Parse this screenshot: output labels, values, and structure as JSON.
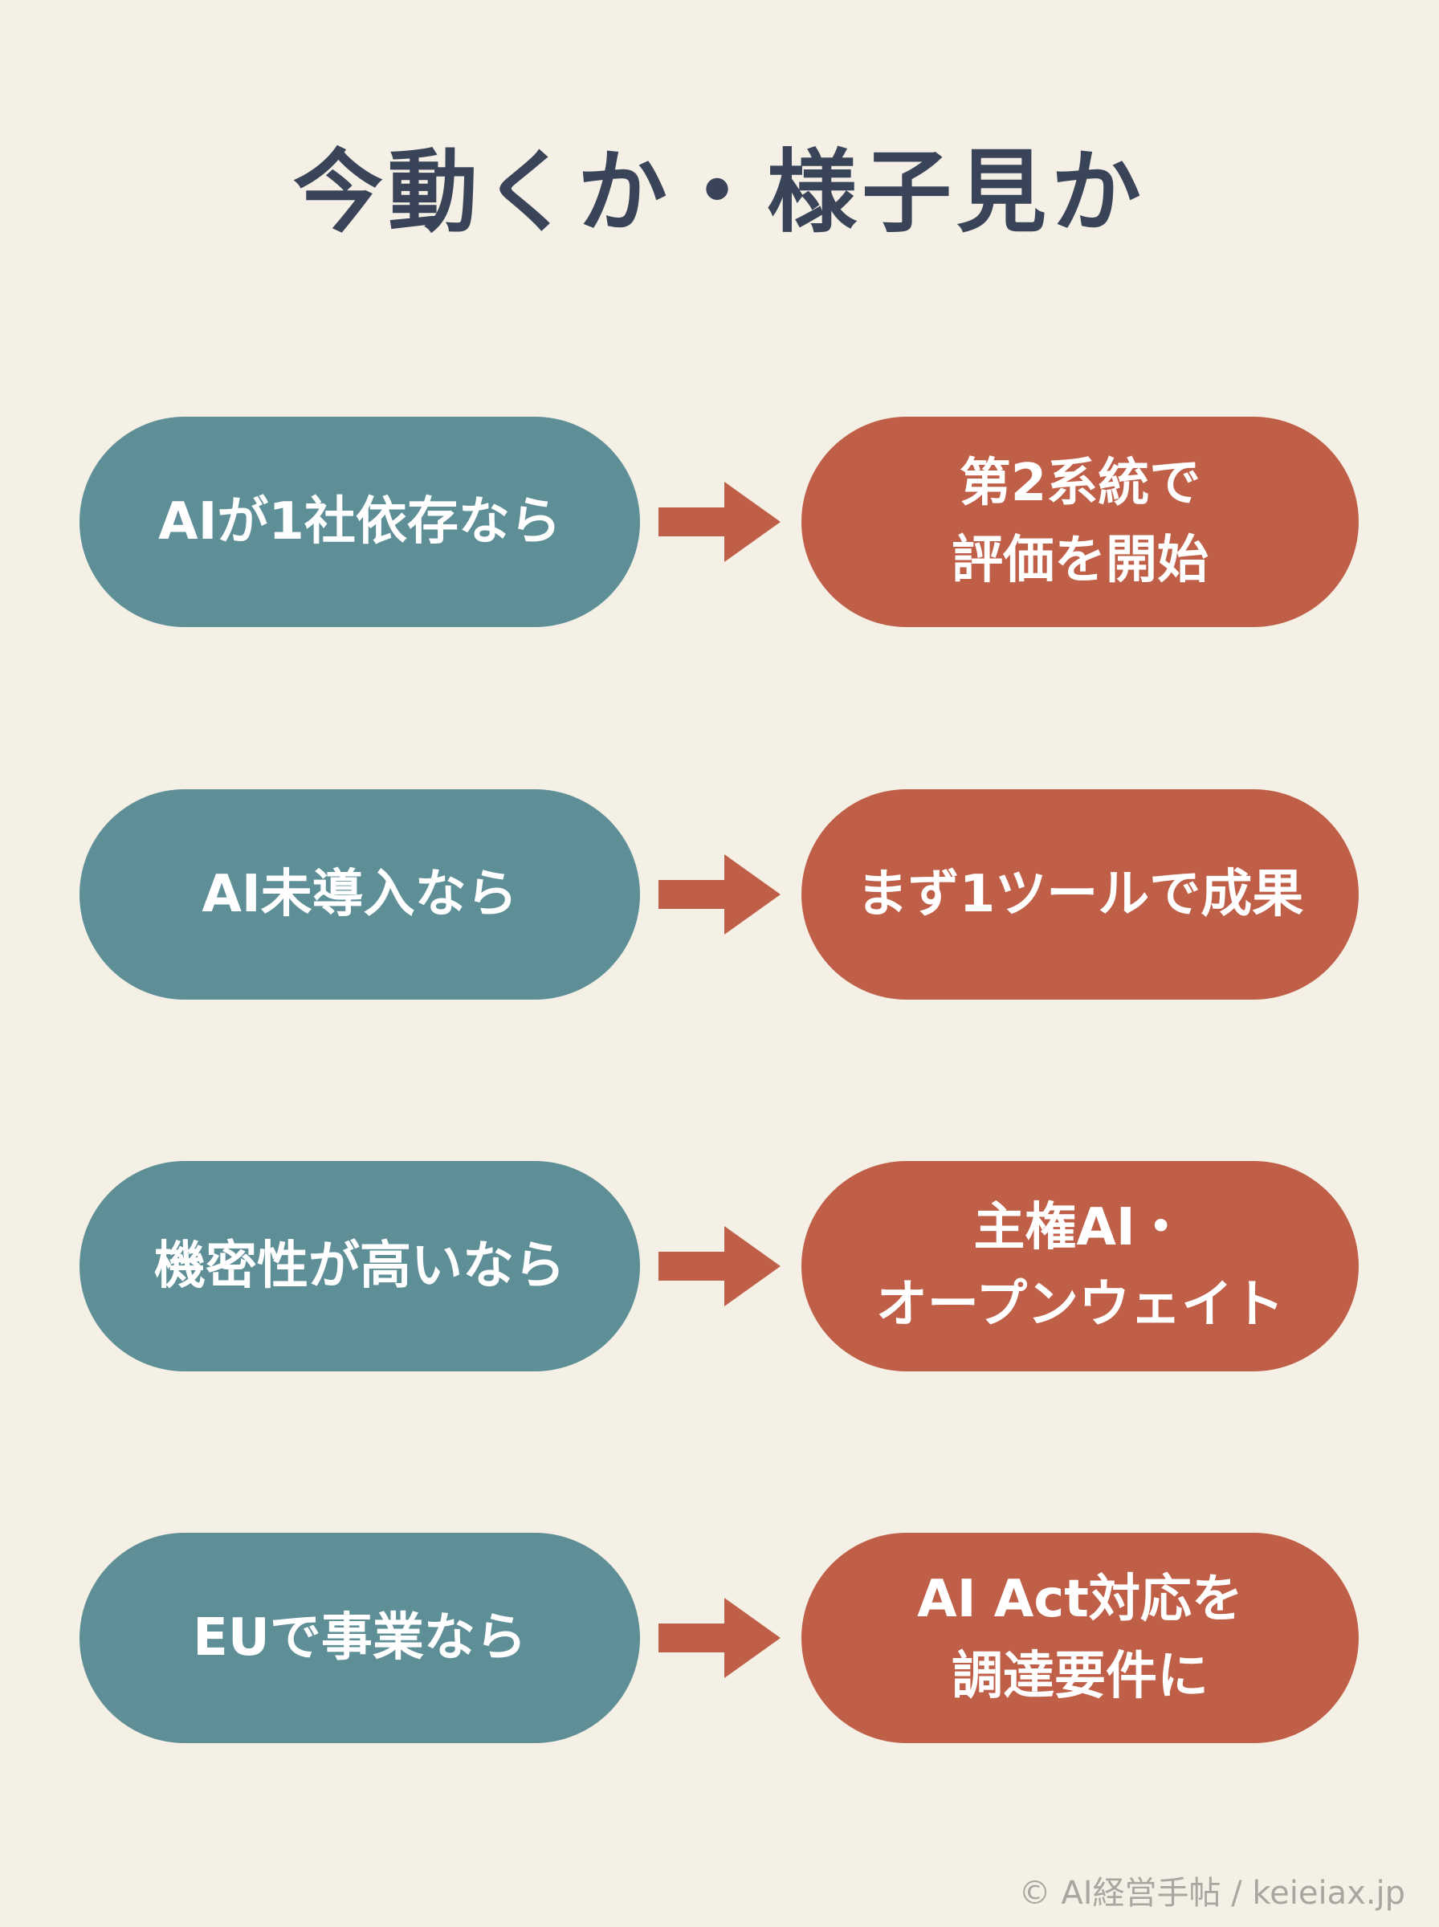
{
  "title": "今動くか・様子見か",
  "colors": {
    "background": "#f5f0e6",
    "title": "#3a4458",
    "condition": "#5e8f96",
    "action": "#c05f48",
    "arrow": "#c05f48",
    "footer": "#a9a6a0"
  },
  "rows": [
    {
      "condition": "AIが1社依存なら",
      "action_lines": [
        "第2系統で",
        "評価を開始"
      ]
    },
    {
      "condition": "AI未導入なら",
      "action_lines": [
        "まず1ツールで成果"
      ]
    },
    {
      "condition": "機密性が高いなら",
      "action_lines": [
        "主権AI・",
        "オープンウェイト"
      ]
    },
    {
      "condition": "EUで事業なら",
      "action_lines": [
        "AI Act対応を",
        "調達要件に"
      ]
    }
  ],
  "footer": "© AI経営手帖 / keieiax.jp"
}
